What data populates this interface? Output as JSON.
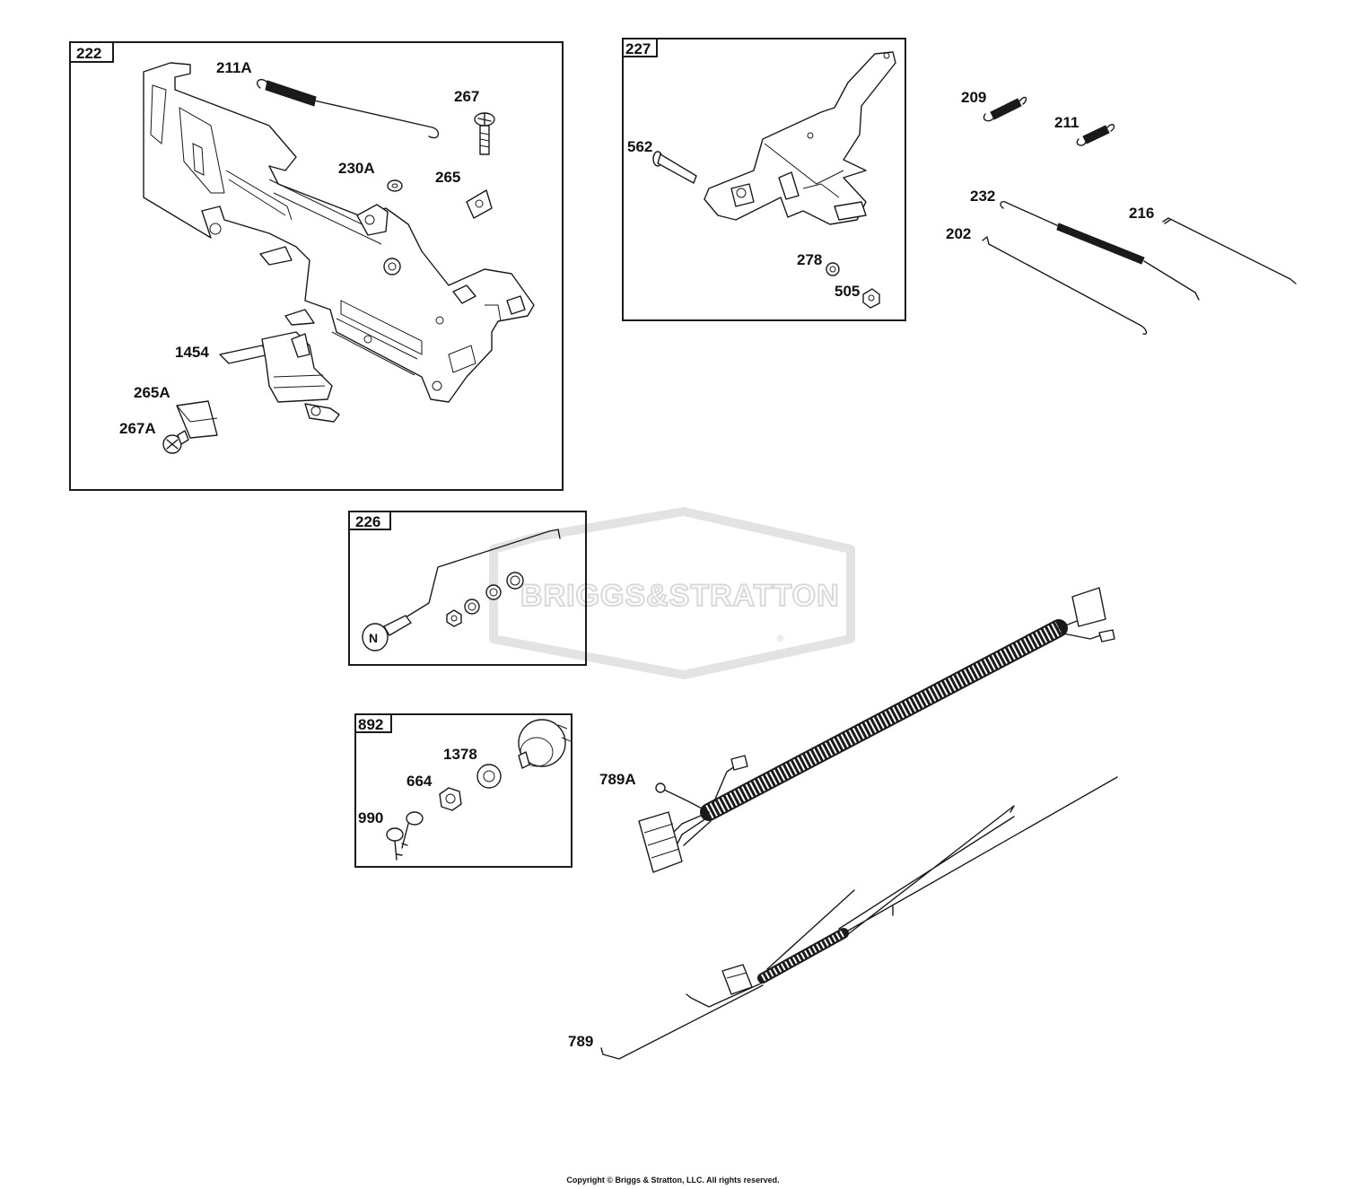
{
  "watermark": {
    "text": "BRIGGS&STRATTON",
    "registered": "®"
  },
  "boxes": {
    "b222": "222",
    "b227": "227",
    "b226": "226",
    "b892": "892"
  },
  "labels": {
    "l211A": "211A",
    "l267": "267",
    "l230A": "230A",
    "l265": "265",
    "l1454": "1454",
    "l265A": "265A",
    "l267A": "267A",
    "l562": "562",
    "l278": "278",
    "l505": "505",
    "l209": "209",
    "l211": "211",
    "l232": "232",
    "l216": "216",
    "l202": "202",
    "l1378": "1378",
    "l664": "664",
    "l990": "990",
    "l789A": "789A",
    "l789": "789"
  },
  "footer": {
    "copyright": "Copyright © Briggs & Stratton, LLC. All rights reserved."
  }
}
